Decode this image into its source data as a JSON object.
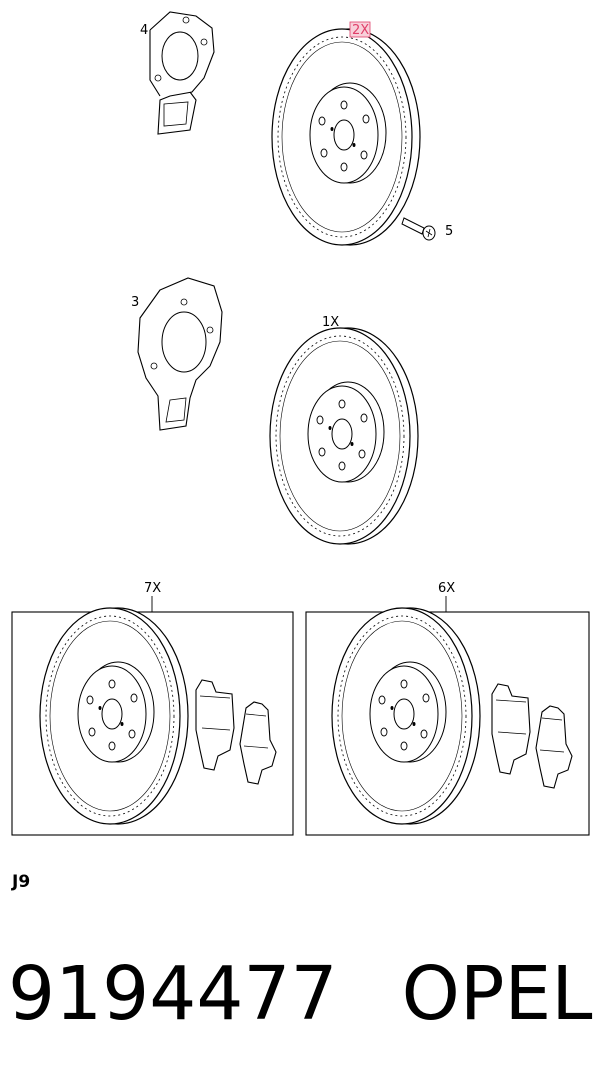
{
  "diagram": {
    "callouts": {
      "item_4": "4",
      "item_2x": "2X",
      "item_5": "5",
      "item_3": "3",
      "item_1x": "1X",
      "item_7x": "7X",
      "item_6x": "6X"
    },
    "highlight_color": "#e0406a"
  },
  "footer": {
    "section_code": "J9",
    "part_number": "9194477",
    "brand": "OPEL"
  }
}
